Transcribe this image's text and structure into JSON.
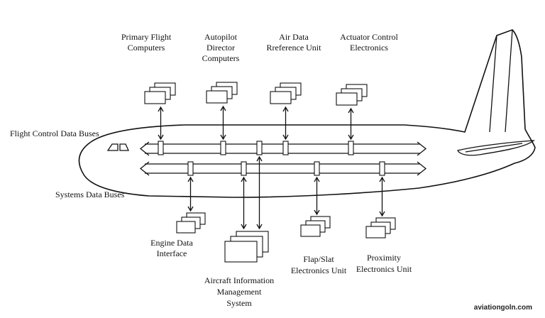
{
  "labels": {
    "primary_flight_computers": [
      "Primary Flight",
      "Computers"
    ],
    "autopilot_director": [
      "Autopilot",
      "Director",
      "Computers"
    ],
    "air_data_reference": [
      "Air Data",
      "Rreference Unit"
    ],
    "actuator_control": [
      "Actuator Control",
      "Electronics"
    ],
    "flight_control_data_buses": [
      "Flight Control Data Buses"
    ],
    "systems_data_buses": [
      "Systems Data Buses"
    ],
    "engine_data_interface": [
      "Engine Data",
      "Interface"
    ],
    "aircraft_information_management": [
      "Aircraft Information",
      "Management",
      "System"
    ],
    "flap_slat_electronics": [
      "Flap/Slat",
      "Electronics Unit"
    ],
    "proximity_electronics": [
      "Proximity",
      "Electronics Unit"
    ]
  },
  "watermark": "aviationgoln.com"
}
